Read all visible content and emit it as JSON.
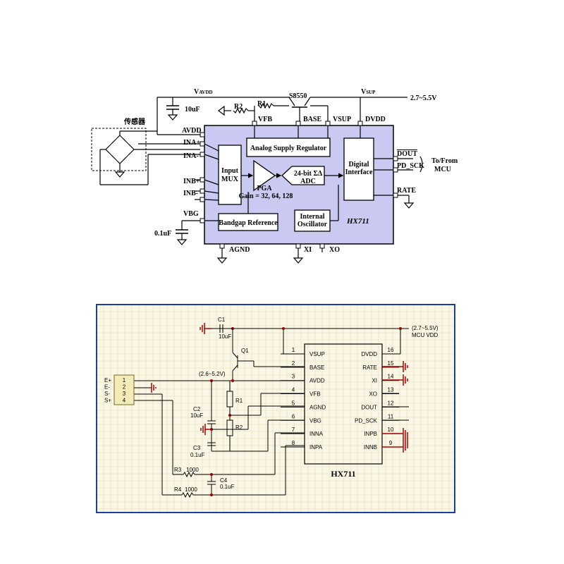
{
  "top_diagram": {
    "chip_name": "HX711",
    "blocks": {
      "analog_supply_regulator": "Analog Supply Regulator",
      "input_mux_line1": "Input",
      "input_mux_line2": "MUX",
      "pga": "PGA",
      "pga_gain": "Gain = 32, 64, 128",
      "adc_line1": "24-bit ΣΔ",
      "adc_line2": "ADC",
      "digital_interface_line1": "Digital",
      "digital_interface_line2": "Interface",
      "bandgap_reference": "Bandgap Reference",
      "internal_oscillator_line1": "Internal",
      "internal_oscillator_line2": "Oscillator"
    },
    "pins": {
      "avdd": "AVDD",
      "ina_plus": "INA+",
      "ina_minus": "INA-",
      "inb_plus": "INB+",
      "inb_minus": "INB-",
      "vbg": "VBG",
      "vfb": "VFB",
      "base": "BASE",
      "vsup": "VSUP",
      "dvdd": "DVDD",
      "dout": "DOUT",
      "pd_sck": "PD_SCK",
      "rate": "RATE",
      "agnd": "AGND",
      "xi": "XI",
      "xo": "XO"
    },
    "labels": {
      "vavdd_main": "V",
      "vavdd_sub": "AVDD",
      "vsup_main": "V",
      "vsup_sub": "SUP",
      "supply_range": "2.7~5.5V",
      "transistor": "S8550",
      "r1": "R1",
      "r2": "R2",
      "cap_10uf": "10uF",
      "cap_01uf": "0.1uF",
      "sensor": "传感器",
      "to_from": "To/From",
      "mcu": "MCU"
    }
  },
  "bottom_schematic": {
    "chip_name": "HX711",
    "left_pins": [
      {
        "num": "1",
        "name": "VSUP"
      },
      {
        "num": "2",
        "name": "BASE"
      },
      {
        "num": "3",
        "name": "AVDD"
      },
      {
        "num": "4",
        "name": "VFB"
      },
      {
        "num": "5",
        "name": "AGND"
      },
      {
        "num": "6",
        "name": "VBG"
      },
      {
        "num": "7",
        "name": "INNA"
      },
      {
        "num": "8",
        "name": "INPA"
      }
    ],
    "right_pins": [
      {
        "num": "16",
        "name": "DVDD"
      },
      {
        "num": "15",
        "name": "RATE"
      },
      {
        "num": "14",
        "name": "XI"
      },
      {
        "num": "13",
        "name": "XO"
      },
      {
        "num": "12",
        "name": "DOUT"
      },
      {
        "num": "11",
        "name": "PD_SCK"
      },
      {
        "num": "10",
        "name": "INPB"
      },
      {
        "num": "9",
        "name": "INNB"
      }
    ],
    "connector": {
      "pins": [
        "1",
        "2",
        "3",
        "4"
      ],
      "signals": [
        "E+",
        "E-",
        "S-",
        "S+"
      ]
    },
    "labels": {
      "c1": "C1",
      "c1_val": "10uF",
      "q1": "Q1",
      "avdd_range": "(2.6~5.2V)",
      "vdd_range": "(2.7~5.5V)",
      "mcu_vdd": "MCU VDD",
      "r1": "R1",
      "r2": "R2",
      "c2": "C2",
      "c2_val": "10uF",
      "c3": "C3",
      "c3_val": "0.1uF",
      "r3": "R3",
      "r3_val": "1000",
      "c4": "C4",
      "c4_val": "0.1uF",
      "r4": "R4",
      "r4_val": "1000"
    }
  }
}
